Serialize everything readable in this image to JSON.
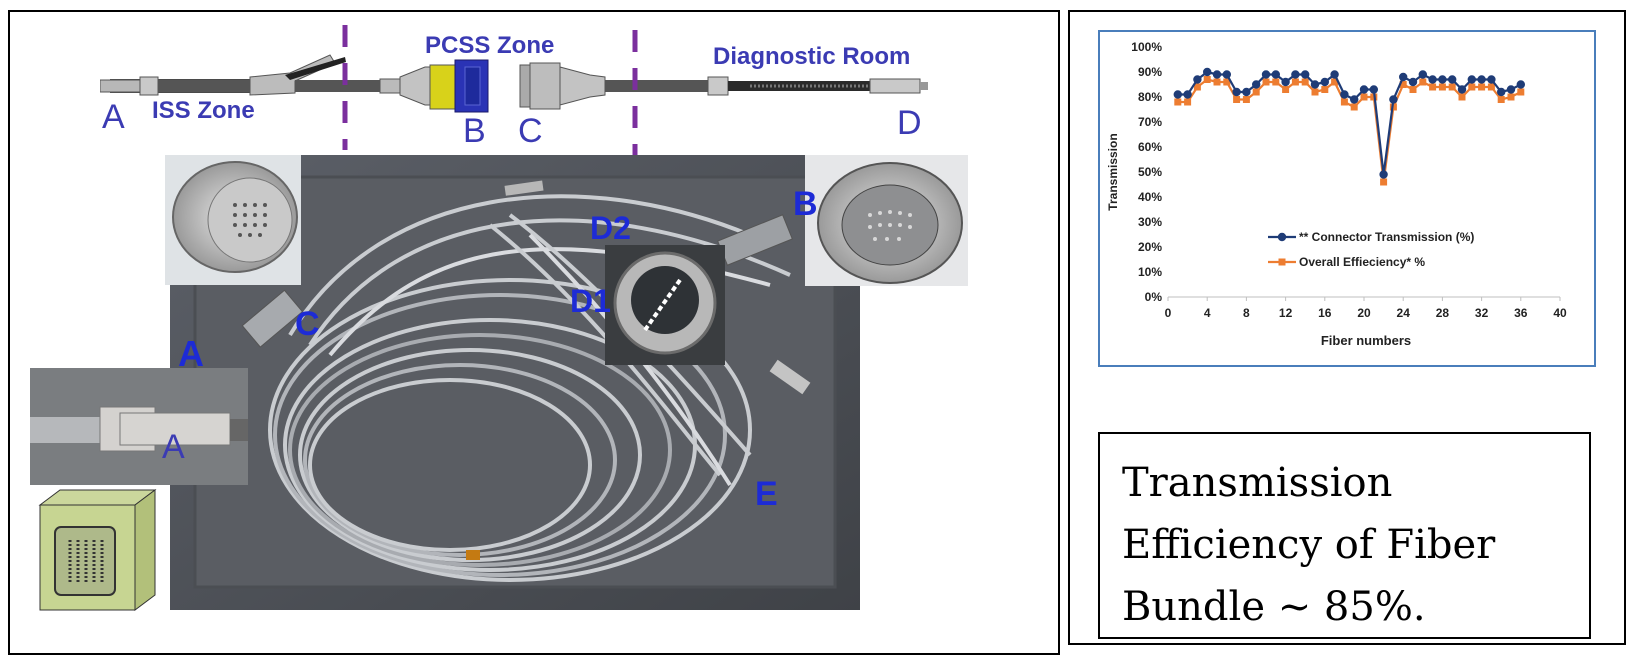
{
  "diagram": {
    "zones": {
      "iss": "ISS Zone",
      "pcss": "PCSS Zone",
      "diagnostic": "Diagnostic Room"
    },
    "points": {
      "a": "A",
      "b": "B",
      "c": "C",
      "d": "D"
    },
    "colors": {
      "label": "#3b3bb3",
      "divider": "#7b2f9e",
      "connector_yellow": "#d8d21a",
      "connector_blue": "#2a33b5"
    }
  },
  "photo": {
    "labels": {
      "a": "A",
      "a_inset": "A",
      "b": "B",
      "c": "C",
      "d1": "D1",
      "d2": "D2",
      "e": "E"
    },
    "label_color": "#1d2bd6"
  },
  "chart_data": {
    "type": "line",
    "xlabel": "Fiber numbers",
    "ylabel": "Transmission",
    "xlim": [
      0,
      40
    ],
    "ylim": [
      0,
      1
    ],
    "x_ticks": [
      0,
      4,
      8,
      12,
      16,
      20,
      24,
      28,
      32,
      36,
      40
    ],
    "y_ticks": [
      "0%",
      "10%",
      "20%",
      "30%",
      "40%",
      "50%",
      "60%",
      "70%",
      "80%",
      "90%",
      "100%"
    ],
    "legend_position": "lower-middle",
    "x": [
      1,
      2,
      3,
      4,
      5,
      6,
      7,
      8,
      9,
      10,
      11,
      12,
      13,
      14,
      15,
      16,
      17,
      18,
      19,
      20,
      21,
      22,
      23,
      24,
      25,
      26,
      27,
      28,
      29,
      30,
      31,
      32,
      33,
      34,
      35,
      36
    ],
    "series": [
      {
        "name": "** Connector Transmission (%)",
        "color": "#1f3c77",
        "marker": "circle",
        "values": [
          0.81,
          0.81,
          0.87,
          0.9,
          0.89,
          0.89,
          0.82,
          0.82,
          0.85,
          0.89,
          0.89,
          0.86,
          0.89,
          0.89,
          0.85,
          0.86,
          0.89,
          0.81,
          0.79,
          0.83,
          0.83,
          0.49,
          0.79,
          0.88,
          0.86,
          0.89,
          0.87,
          0.87,
          0.87,
          0.83,
          0.87,
          0.87,
          0.87,
          0.82,
          0.83,
          0.85
        ]
      },
      {
        "name": "Overall Effieciency* %",
        "color": "#ed7d31",
        "marker": "square",
        "values": [
          0.78,
          0.78,
          0.84,
          0.87,
          0.86,
          0.86,
          0.79,
          0.79,
          0.82,
          0.86,
          0.86,
          0.83,
          0.86,
          0.86,
          0.82,
          0.83,
          0.86,
          0.78,
          0.76,
          0.8,
          0.8,
          0.46,
          0.76,
          0.85,
          0.83,
          0.86,
          0.84,
          0.84,
          0.84,
          0.8,
          0.84,
          0.84,
          0.84,
          0.79,
          0.8,
          0.82
        ]
      }
    ]
  },
  "summary": {
    "line1": "Transmission",
    "line2": "Efficiency of Fiber",
    "line3": "Bundle ~ 85%."
  }
}
